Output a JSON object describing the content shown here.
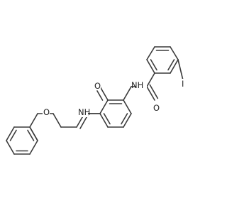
{
  "atoms": {
    "nh_amide_top": "NH",
    "o_carbonyl_top": "O",
    "iodine": "I",
    "o_carbonyl_mid": "O",
    "nh_amide_mid": "NH",
    "o_ether": "O"
  },
  "colors": {
    "bond": "#3a3a3a",
    "label": "#1f1f1f",
    "background": "#ffffff"
  }
}
